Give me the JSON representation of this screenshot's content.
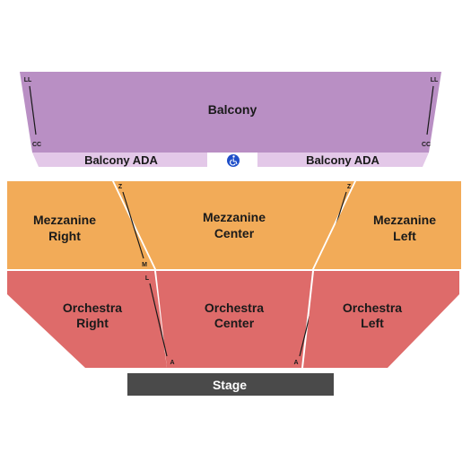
{
  "sections": {
    "balcony": {
      "label": "Balcony",
      "color": "#b98fc4"
    },
    "balcony_ada_left": {
      "label": "Balcony ADA",
      "color": "#e3c8e8"
    },
    "balcony_ada_right": {
      "label": "Balcony ADA",
      "color": "#e3c8e8"
    },
    "mezzanine_right": {
      "line1": "Mezzanine",
      "line2": "Right",
      "color": "#f2ab58"
    },
    "mezzanine_center": {
      "line1": "Mezzanine",
      "line2": "Center",
      "color": "#f2ab58"
    },
    "mezzanine_left": {
      "line1": "Mezzanine",
      "line2": "Left",
      "color": "#f2ab58"
    },
    "orchestra_right": {
      "line1": "Orchestra",
      "line2": "Right",
      "color": "#de6b6a"
    },
    "orchestra_center": {
      "line1": "Orchestra",
      "line2": "Center",
      "color": "#de6b6a"
    },
    "orchestra_left": {
      "line1": "Orchestra",
      "line2": "Left",
      "color": "#de6b6a"
    }
  },
  "stage": {
    "label": "Stage",
    "color": "#4a4a4a"
  },
  "accessibility": {
    "icon": "wheelchair-icon",
    "color": "#1f4fc9"
  },
  "row_markers": {
    "balcony_top": "LL",
    "balcony_bottom": "CC",
    "mezzanine_top": "Z",
    "mezzanine_bottom": "M",
    "orchestra_top": "L",
    "orchestra_bottom": "A"
  }
}
